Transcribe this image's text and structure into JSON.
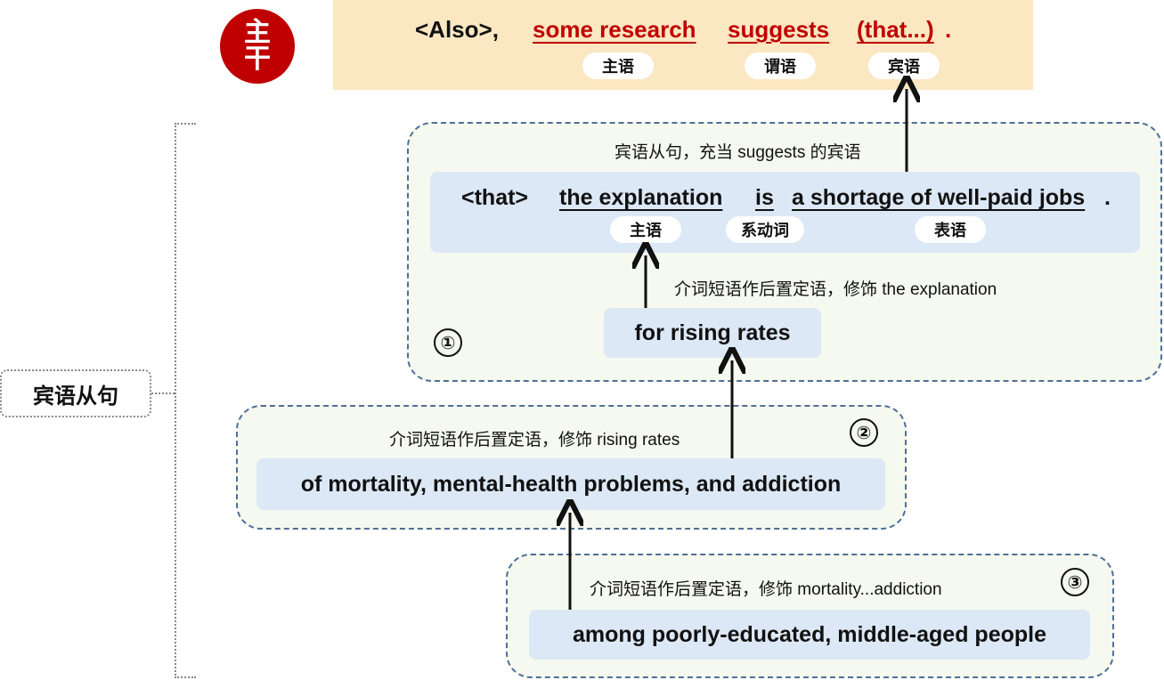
{
  "main_clause": {
    "badge_chars": [
      "主",
      "干"
    ],
    "tokens": {
      "also": "<Also>,",
      "subject": "some research",
      "verb": "suggests",
      "object": "(that...)",
      "period": "."
    },
    "labels": {
      "subject": "主语",
      "verb": "谓语",
      "object": "宾语"
    },
    "accent_color": "#c00000",
    "banner_color": "#fbe7c2"
  },
  "side_label": "宾语从句",
  "group1": {
    "number": "①",
    "note": "宾语从句，充当 suggests 的宾语",
    "sentence": {
      "that": "<that>",
      "subject": "the explanation",
      "verb": "is",
      "predicative": "a shortage of well-paid jobs",
      "period": "."
    },
    "labels": {
      "subject": "主语",
      "verb": "系动词",
      "predicative": "表语"
    },
    "modifier_note": "介词短语作后置定语，修饰 the explanation",
    "phrase": "for rising rates"
  },
  "group2": {
    "number": "②",
    "note": "介词短语作后置定语，修饰 rising rates",
    "phrase": "of mortality, mental-health problems, and addiction"
  },
  "group3": {
    "number": "③",
    "note": "介词短语作后置定语，修饰 mortality...addiction",
    "phrase": "among poorly-educated, middle-aged people"
  },
  "colors": {
    "box_fill": "#dce8f5",
    "group_fill": "#f6f9ef",
    "dash_border": "#4f6f96"
  }
}
